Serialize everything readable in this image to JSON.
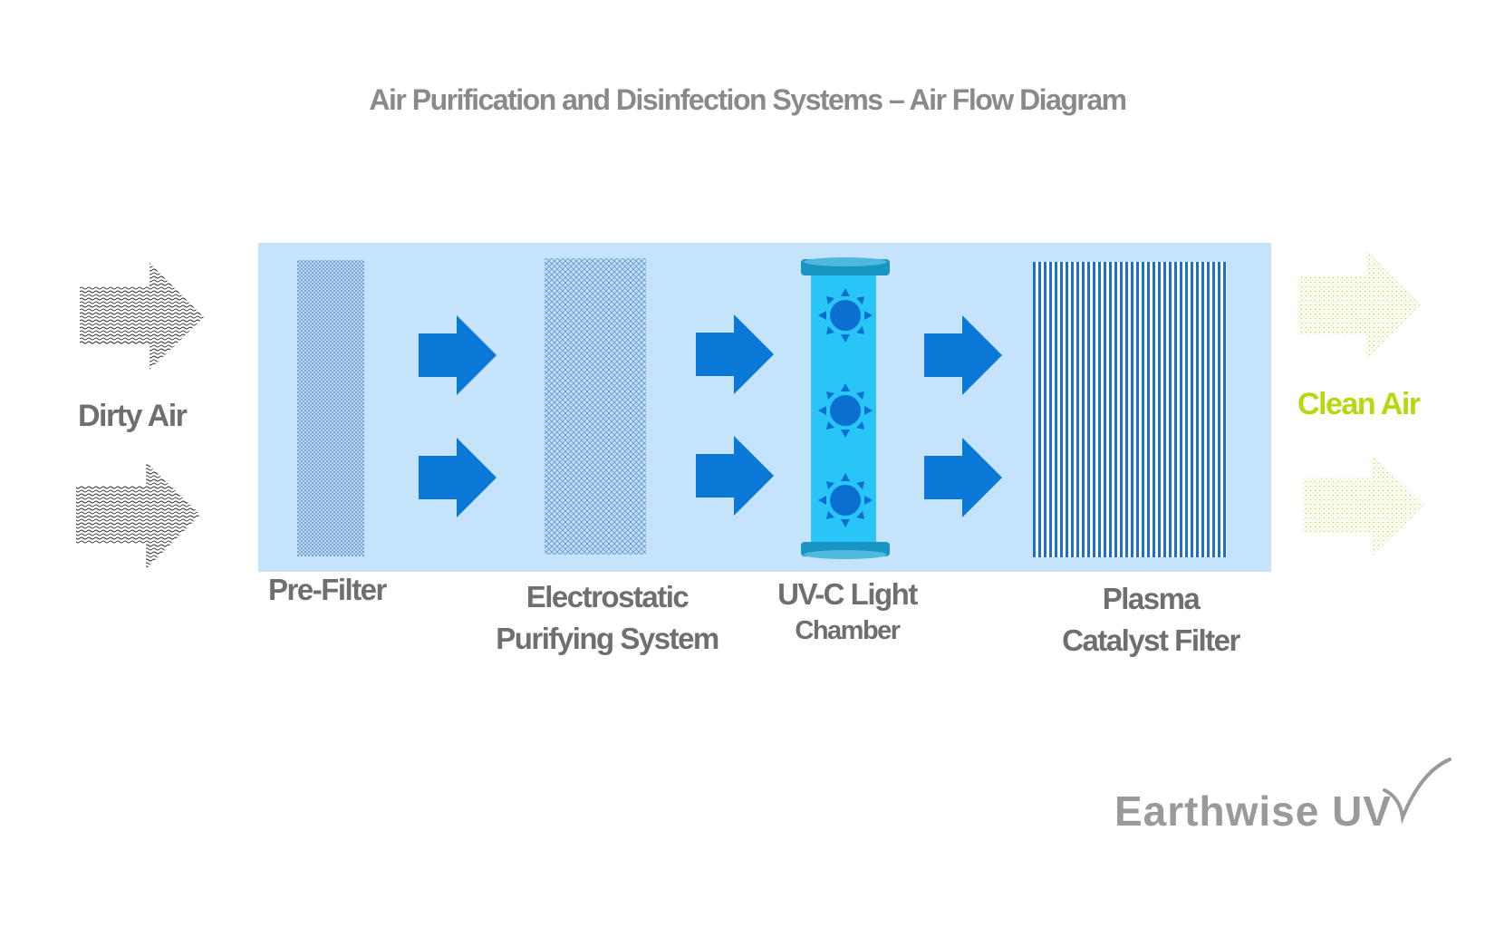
{
  "title": "Air Purification and Disinfection Systems – Air Flow Diagram",
  "inlet": {
    "label": "Dirty Air"
  },
  "outlet": {
    "label": "Clean Air"
  },
  "stages": [
    {
      "line1": "Pre-Filter"
    },
    {
      "line1": "Electrostatic",
      "line2": "Purifying System"
    },
    {
      "line1": "UV-C Light",
      "line2": "Chamber"
    },
    {
      "line1": "Plasma",
      "line2": "Catalyst Filter"
    }
  ],
  "brand": {
    "name": "Earthwise UV"
  },
  "colors": {
    "panel": "#c5e3fb",
    "flow_arrow": "#0a78d6",
    "uv_tube": "#29c5f6",
    "uv_cap": "#1796c2",
    "clean_air": "#b7d80f",
    "label_gray": "#6f6f6f"
  }
}
